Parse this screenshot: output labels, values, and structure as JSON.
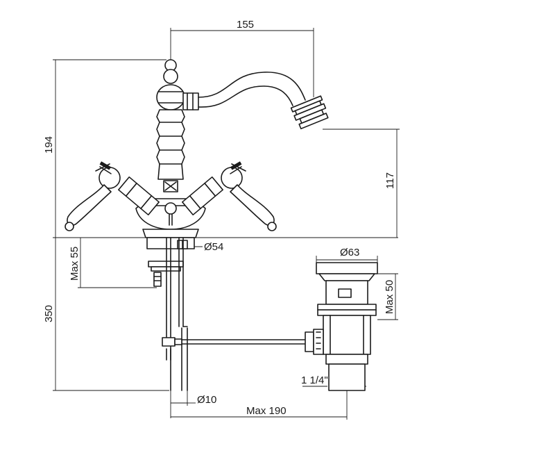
{
  "dimensions": {
    "spout_reach": "155",
    "total_height": "194",
    "spout_height": "117",
    "deck_thickness_max": "Max 55",
    "base_diameter": "Ø54",
    "drain_cap_diameter": "Ø63",
    "drain_height_max": "Max 50",
    "below_deck_length": "350",
    "waste_thread": "1 1/4\"",
    "supply_pipe_diameter": "Ø10",
    "pop_up_reach_max": "Max 190"
  }
}
